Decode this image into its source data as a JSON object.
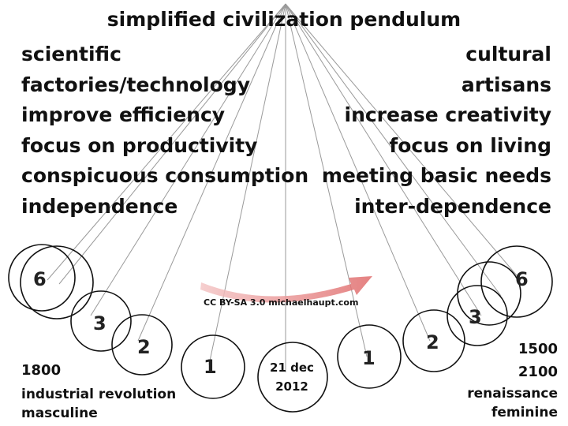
{
  "title": "simplified civilization pendulum",
  "left_column": [
    "scientific",
    "factories/technology",
    "improve efficiency",
    "focus on productivity",
    "conspicuous consumption",
    "independence"
  ],
  "right_column": [
    "cultural",
    "artisans",
    "increase creativity",
    "focus on living",
    "meeting basic needs",
    "inter-dependence"
  ],
  "center_date": [
    "21 dec",
    "2012"
  ],
  "left_year": "1800",
  "left_labels": [
    "industrial revolution",
    "masculine"
  ],
  "right_years": [
    "1500",
    "2100"
  ],
  "right_labels": [
    "renaissance",
    "feminine"
  ],
  "credit": "CC BY-SA 3.0 michaelhaupt.com",
  "bob_numbers": {
    "left": [
      "6",
      "3",
      "2",
      "1"
    ],
    "right": [
      "1",
      "2",
      "3",
      "6"
    ]
  },
  "colors": {
    "line": "#9a9a9a",
    "circle": "#111111",
    "arrow": "#e88a8a"
  }
}
